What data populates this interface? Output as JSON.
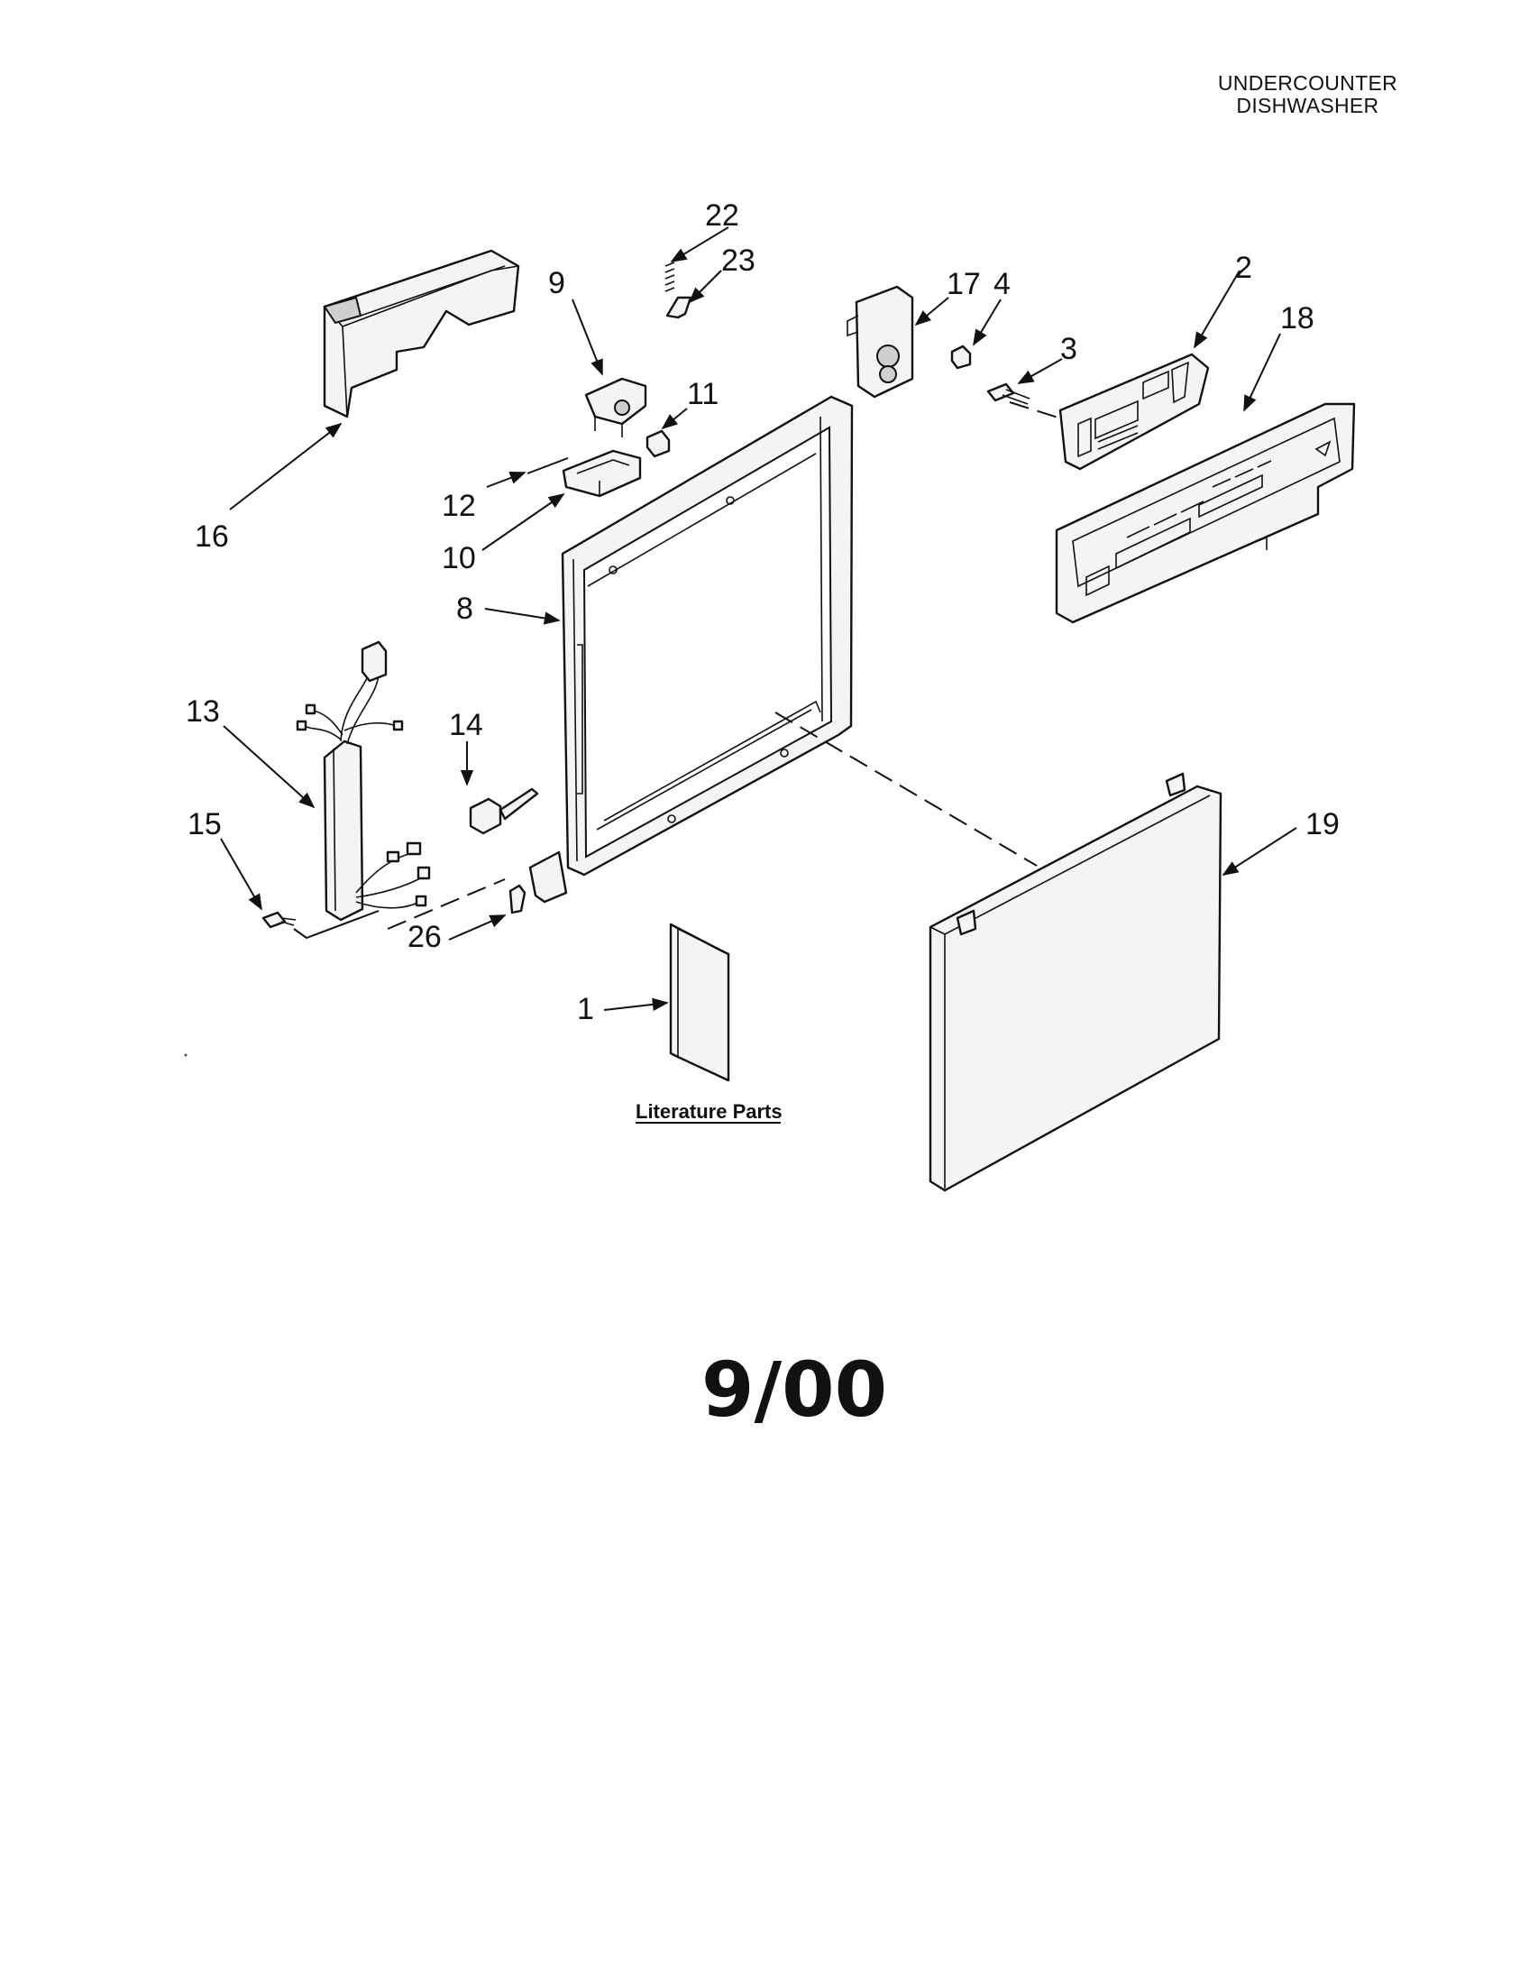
{
  "header": {
    "line1": "UNDERCOUNTER",
    "line2": "DISHWASHER"
  },
  "callouts": {
    "p1": "1",
    "p2": "2",
    "p3": "3",
    "p4": "4",
    "p8": "8",
    "p9": "9",
    "p10": "10",
    "p11": "11",
    "p12": "12",
    "p13": "13",
    "p14": "14",
    "p15": "15",
    "p16": "16",
    "p17": "17",
    "p18": "18",
    "p19": "19",
    "p22": "22",
    "p23": "23",
    "p26": "26"
  },
  "literature_label": "Literature Parts",
  "date_mark": "9/00"
}
